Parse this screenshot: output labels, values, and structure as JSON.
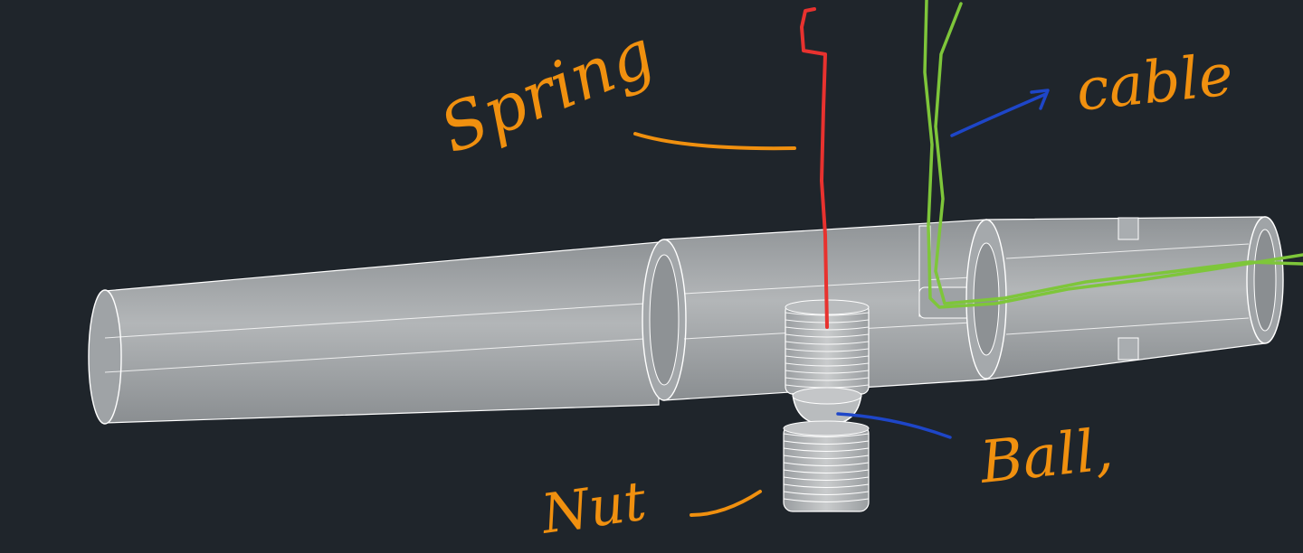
{
  "labels": {
    "spring": "Spring",
    "cable": "cable",
    "ball": "Ball,",
    "nut": "Nut"
  },
  "colors": {
    "background": "#1f252b",
    "annotation": "#f0900f",
    "spring_wire": "#e8322f",
    "cable_wire": "#7ec63a",
    "pointer": "#1e46c8",
    "part_fill": "#a8acae",
    "part_edge": "#ffffff"
  }
}
